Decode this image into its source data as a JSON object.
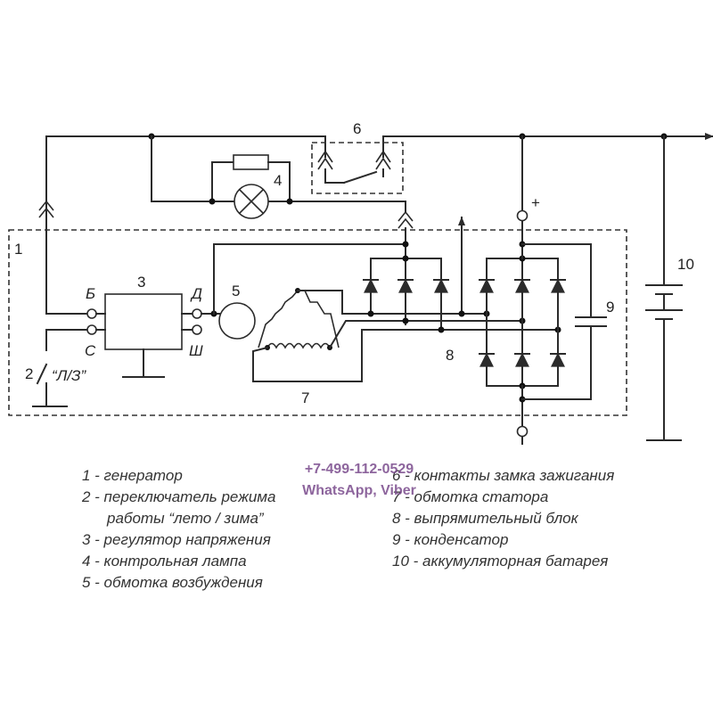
{
  "diagram": {
    "labels": {
      "n1": "1",
      "n2": "2",
      "n3": "3",
      "n4": "4",
      "n5": "5",
      "n6": "6",
      "n7": "7",
      "n8": "8",
      "n9": "9",
      "n10": "10",
      "term_b": "Б",
      "term_d": "Д",
      "term_c": "С",
      "term_sh": "Ш",
      "switch_text": "“Л/З”",
      "plus": "+"
    }
  },
  "legend": {
    "left": [
      "1 - генератор",
      "2 - переключатель режима",
      "работы “лето / зима”",
      "3 - регулятор напряжения",
      "4 - контрольная лампа",
      "5 - обмотка возбуждения"
    ],
    "right": [
      "6 - контакты замка зажигания",
      "7 - обмотка статора",
      "8 - выпрямительный блок",
      "9 - конденсатор",
      "10 - аккумуляторная батарея"
    ]
  },
  "watermark": {
    "phone": "+7-499-112-0529",
    "apps": "WhatsApp, Viber"
  }
}
